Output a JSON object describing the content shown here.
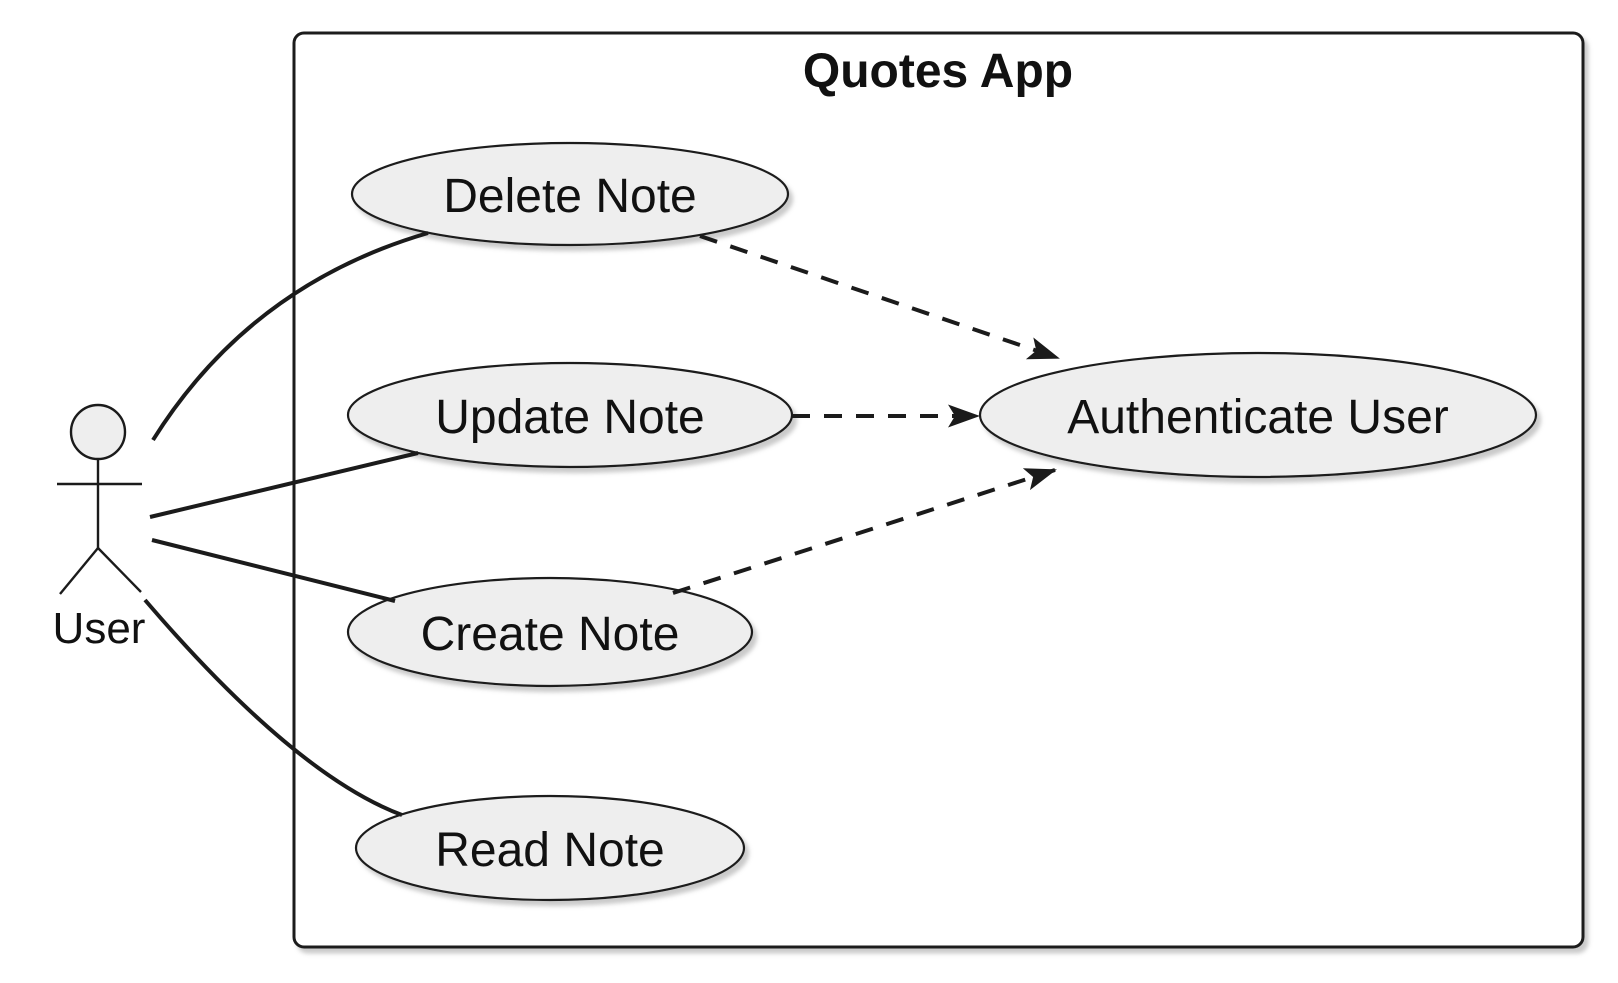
{
  "diagram": {
    "type": "UML use case diagram",
    "background": "#ffffff",
    "system": {
      "title": "Quotes App"
    },
    "actor": {
      "label": "User"
    },
    "use_cases": [
      {
        "id": "delete-note",
        "label": "Delete Note"
      },
      {
        "id": "update-note",
        "label": "Update Note"
      },
      {
        "id": "create-note",
        "label": "Create Note"
      },
      {
        "id": "read-note",
        "label": "Read Note"
      },
      {
        "id": "authenticate-user",
        "label": "Authenticate User"
      }
    ],
    "relationships": [
      {
        "from": "User",
        "to": "Delete Note",
        "style": "solid-line"
      },
      {
        "from": "User",
        "to": "Update Note",
        "style": "solid-line"
      },
      {
        "from": "User",
        "to": "Create Note",
        "style": "solid-line"
      },
      {
        "from": "User",
        "to": "Read Note",
        "style": "solid-line"
      },
      {
        "from": "Delete Note",
        "to": "Authenticate User",
        "style": "dashed-arrow"
      },
      {
        "from": "Update Note",
        "to": "Authenticate User",
        "style": "dashed-arrow"
      },
      {
        "from": "Create Note",
        "to": "Authenticate User",
        "style": "dashed-arrow"
      }
    ],
    "colors": {
      "shape_fill": "#eeeeee",
      "shape_stroke": "#1b1b1b",
      "line": "#1b1b1b",
      "text": "#111111"
    }
  }
}
